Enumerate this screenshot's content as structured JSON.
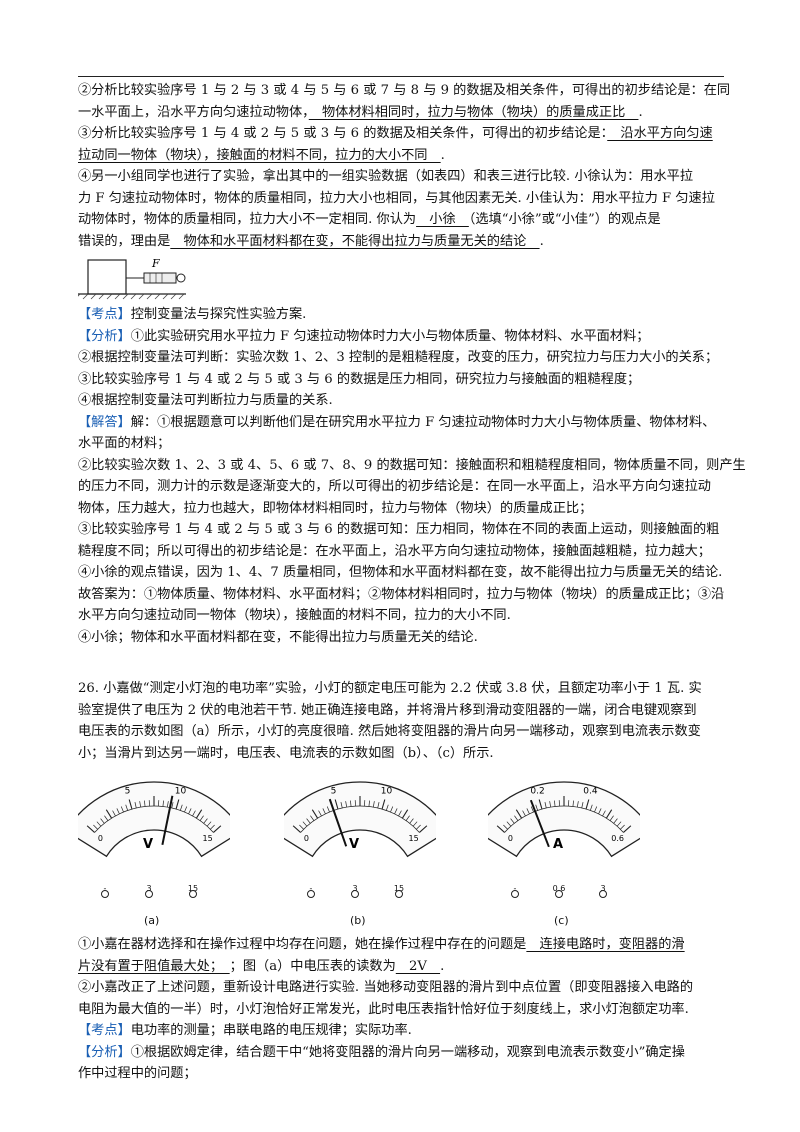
{
  "lines_a": [
    [
      {
        "t": "②分析比较实验序号 1 与 2 与 3 或 4 与 5 与 6 或 7 与 8 与 9 的数据及相关条件，可得出的初步结论是：在同"
      }
    ],
    [
      {
        "t": "一水平面上，沿水平方向匀速拉动物体，"
      },
      {
        "t": "　物体材料相同时，拉力与物体（物块）的质量成正比　",
        "u": true
      },
      {
        "t": "."
      }
    ],
    [
      {
        "t": "③分析比较实验序号 1 与 4 或 2 与 5 或 3 与 6 的数据及相关条件，可得出的初步结论是："
      },
      {
        "t": "　沿水平方向匀速",
        "u": true
      }
    ],
    [
      {
        "t": "拉动同一物体（物块），接触面的材料不同，拉力的大小不同　",
        "u": true
      },
      {
        "t": "."
      }
    ],
    [
      {
        "t": "④另一小组同学也进行了实验，拿出其中的一组实验数据（如表四）和表三进行比较. 小徐认为：用水平拉"
      }
    ],
    [
      {
        "t": "力 F 匀速拉动物体时，物体的质量相同，拉力大小也相同，与其他因素无关. 小佳认为：用水平拉力 F 匀速拉"
      }
    ],
    [
      {
        "t": "动物体时，物体的质量相同，拉力大小不一定相同. 你认为"
      },
      {
        "t": "　小徐　",
        "u": true
      },
      {
        "t": "（选填“小徐”或“小佳”）的观点是"
      }
    ],
    [
      {
        "t": "错误的，理由是"
      },
      {
        "t": "　物体和水平面材料都在变，不能得出拉力与质量无关的结论　",
        "u": true
      },
      {
        "t": "."
      }
    ]
  ],
  "figure_label": "F",
  "lines_b": [
    [
      {
        "t": "【考点】",
        "tag": true
      },
      {
        "t": "控制变量法与探究性实验方案."
      }
    ],
    [
      {
        "t": "【分析】",
        "tag": true
      },
      {
        "t": "①此实验研究用水平拉力 F 匀速拉动物体时力大小与物体质量、物体材料、水平面材料；"
      }
    ],
    [
      {
        "t": "②根据控制变量法可判断：实验次数 1、2、3 控制的是粗糙程度，改变的压力，研究拉力与压力大小的关系；"
      }
    ],
    [
      {
        "t": "③比较实验序号 1 与 4 或 2 与 5 或 3 与 6 的数据是压力相同，研究拉力与接触面的粗糙程度；"
      }
    ],
    [
      {
        "t": "④根据控制变量法可判断拉力与质量的关系."
      }
    ],
    [
      {
        "t": "【解答】",
        "tag": true
      },
      {
        "t": "解：①根据题意可以判断他们是在研究用水平拉力 F 匀速拉动物体时力大小与物体质量、物体材料、"
      }
    ],
    [
      {
        "t": "水平面的材料；"
      }
    ],
    [
      {
        "t": "②比较实验次数 1、2、3 或 4、5、6 或 7、8、9 的数据可知：接触面积和粗糙程度相同，物体质量不同，则产生"
      }
    ],
    [
      {
        "t": "的压力不同，测力计的示数是逐渐变大的，所以可得出的初步结论是：在同一水平面上，沿水平方向匀速拉动"
      }
    ],
    [
      {
        "t": "物体，压力越大，拉力也越大，即物体材料相同时，拉力与物体（物块）的质量成正比；"
      }
    ],
    [
      {
        "t": "③比较实验序号 1 与 4 或 2 与 5 或 3 与 6 的数据可知：压力相同，物体在不同的表面上运动，则接触面的粗"
      }
    ],
    [
      {
        "t": "糙程度不同；所以可得出的初步结论是：在水平面上，沿水平方向匀速拉动物体，接触面越粗糙，拉力越大；"
      }
    ],
    [
      {
        "t": "④小徐的观点错误，因为 1、4、7 质量相同，但物体和水平面材料都在变，故不能得出拉力与质量无关的结论."
      }
    ],
    [
      {
        "t": "故答案为：①物体质量、物体材料、水平面材料；②物体材料相同时，拉力与物体（物块）的质量成正比；③沿"
      }
    ],
    [
      {
        "t": "水平方向匀速拉动同一物体（物块），接触面的材料不同，拉力的大小不同."
      }
    ],
    [
      {
        "t": "④小徐；物体和水平面材料都在变，不能得出拉力与质量无关的结论."
      }
    ]
  ],
  "lines_c": [
    [
      {
        "t": "26. 小嘉做“测定小灯泡的电功率”实验，小灯的额定电压可能为 2.2 伏或 3.8 伏，且额定功率小于 1 瓦. 实"
      }
    ],
    [
      {
        "t": "验室提供了电压为 2 伏的电池若干节. 她正确连接电路，并将滑片移到滑动变阻器的一端，闭合电键观察到"
      }
    ],
    [
      {
        "t": "电压表的示数如图（a）所示，小灯的亮度很暗. 然后她将变阻器的滑片向另一端移动，观察到电流表示数变"
      }
    ],
    [
      {
        "t": "小；当滑片到达另一端时，电压表、电流表的示数如图（b）、（c）所示."
      }
    ]
  ],
  "meters": [
    {
      "letter": "V",
      "ticks": [
        "5",
        "10"
      ],
      "ends": [
        "0",
        "15"
      ],
      "terms": [
        "-",
        "3",
        "15"
      ],
      "caption": "(a)",
      "needle": 0.62
    },
    {
      "letter": "V",
      "ticks": [
        "5",
        "10"
      ],
      "ends": [
        "0",
        "15"
      ],
      "terms": [
        "-",
        "3",
        "15"
      ],
      "caption": "(b)",
      "needle": 0.3
    },
    {
      "letter": "A",
      "ticks": [
        "0.2",
        "0.4"
      ],
      "ends": [
        "0",
        "0.6"
      ],
      "terms": [
        "-",
        "0.6",
        "3"
      ],
      "caption": "(c)",
      "needle": 0.28
    }
  ],
  "lines_d": [
    [
      {
        "t": "①小嘉在器材选择和在操作过程中均存在问题，她在操作过程中存在的问题是"
      },
      {
        "t": "　连接电路时，变阻器的滑",
        "u": true
      }
    ],
    [
      {
        "t": "片没有置于阻值最大处；　",
        "u": true
      },
      {
        "t": "；图（a）中电压表的读数为"
      },
      {
        "t": "　2V　",
        "u": true
      },
      {
        "t": "."
      }
    ],
    [
      {
        "t": "②小嘉改正了上述问题，重新设计电路进行实验. 当她移动变阻器的滑片到中点位置（即变阻器接入电路的"
      }
    ],
    [
      {
        "t": "电阻为最大值的一半）时，小灯泡恰好正常发光，此时电压表指针恰好位于刻度线上，求小灯泡额定功率."
      }
    ],
    [
      {
        "t": "【考点】",
        "tag": true
      },
      {
        "t": "电功率的测量；串联电路的电压规律；实际功率."
      }
    ],
    [
      {
        "t": "【分析】",
        "tag": true
      },
      {
        "t": "①根据欧姆定律，结合题干中“她将变阻器的滑片向另一端移动，观察到电流表示数变小”确定操"
      }
    ],
    [
      {
        "t": "作中过程中的问题；"
      }
    ]
  ]
}
